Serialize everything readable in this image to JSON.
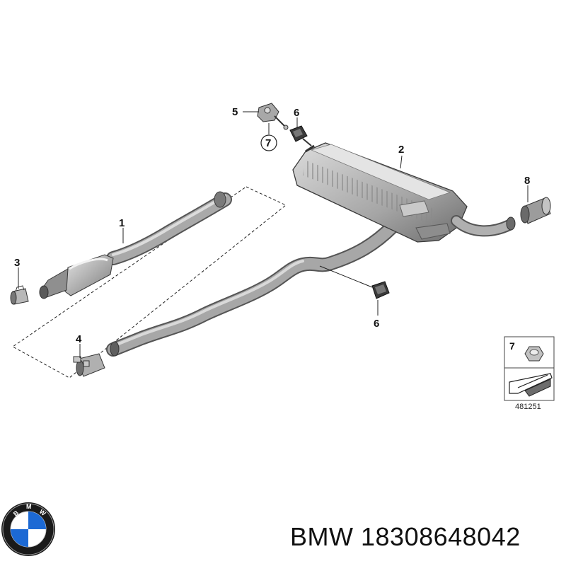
{
  "diagram": {
    "callouts": [
      {
        "id": "c1",
        "label": "1"
      },
      {
        "id": "c2",
        "label": "2"
      },
      {
        "id": "c3",
        "label": "3"
      },
      {
        "id": "c4",
        "label": "4"
      },
      {
        "id": "c5",
        "label": "5"
      },
      {
        "id": "c6a",
        "label": "6"
      },
      {
        "id": "c6b",
        "label": "6"
      },
      {
        "id": "c7",
        "label": "7"
      },
      {
        "id": "c8",
        "label": "8"
      }
    ],
    "inset": {
      "label": "7",
      "reference": "481251"
    }
  },
  "footer": {
    "brand": "BMW",
    "part_number": "18308648042"
  },
  "logo": {
    "letters": "BMW",
    "colors": {
      "blue": "#1c69d4",
      "white": "#ffffff",
      "ring": "#1a1a1a"
    }
  }
}
